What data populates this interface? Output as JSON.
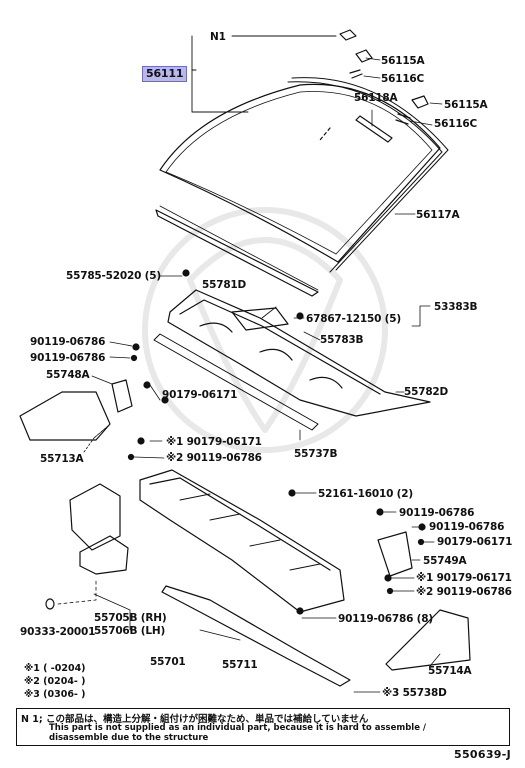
{
  "diagram": {
    "parts": {
      "p56111": "56111",
      "n1": "N1",
      "p56115a_1": "56115A",
      "p56116c_1": "56116C",
      "p56118a": "56118A",
      "p56115a_2": "56115A",
      "p56116c_2": "56116C",
      "p56117a": "56117A",
      "p55785": "55785-52020 (5)",
      "p55781d": "55781D",
      "p67867": "67867-12150 (5)",
      "p53383b": "53383B",
      "p55783b": "55783B",
      "p90119a": "90119-06786",
      "p90119b": "90119-06786",
      "p55748a": "55748A",
      "p90179a": "90179-06171",
      "p55782d": "55782D",
      "p55713a": "55713A",
      "p90179s1": "※1 90179-06171",
      "p90119s2": "※2 90119-06786",
      "p55737b": "55737B",
      "p52161": "52161-16010 (2)",
      "p90119c": "90119-06786",
      "p90119d": "90119-06786",
      "p90179b": "90179-06171",
      "p55749a": "55749A",
      "p90179s1b": "※1 90179-06171",
      "p90119s2b": "※2 90119-06786",
      "p90333": "90333-20001",
      "p55705b": "55705B (RH)",
      "p55706b": "55706B (LH)",
      "p90119e": "90119-06786 (8)",
      "p55701": "55701",
      "p55711": "55711",
      "p55714a": "55714A",
      "p55738d": "※3 55738D"
    },
    "legend": {
      "l1": "※1 (      -0204)",
      "l2": "※2 (0204-       )",
      "l3": "※3 (0306-       )"
    },
    "note": {
      "line1": "N 1; この部品は、構造上分解・組付けが困難なため、単品では補給していません",
      "line2": "This part is not supplied as an individual part, because it is hard to assemble /",
      "line3": "disassemble due to the structure"
    },
    "figure_code": "550639-J"
  }
}
